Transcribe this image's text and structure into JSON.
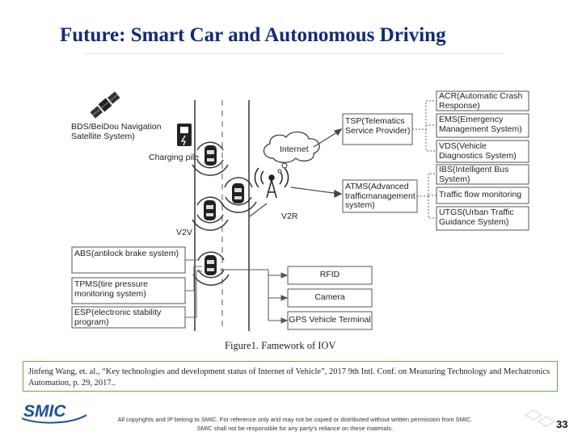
{
  "slide": {
    "title": "Future: Smart Car and Autonomous Driving",
    "caption": "Figure1. Famework of IOV",
    "citation": "Jinfeng Wang, et. al., “Key technologies and development status of Internet of Vehicle”, 2017 9th Intl. Conf. on Measuring Technology and Mechatronics Automation, p. 29, 2017..",
    "footer_line1": "All copyrights and IP belong to SMIC. For reference only and may not be copied or distributed without written permission from SMIC.",
    "footer_line2": "SMIC shall not be responsible for any party’s reliance on these materials.",
    "page_number": "33",
    "logo_text": "SMIC"
  },
  "diagram": {
    "satellite_label": "BDS/BeiDou Navigation Satellite System)",
    "charging_label": "Charging pile",
    "internet_label": "Internet",
    "v2r_label": "V2R",
    "v2v_label": "V2V",
    "left_boxes": [
      "ABS(antilock brake system)",
      "TPMS(tire pressure monitoring system)",
      "ESP(electronic stability program)"
    ],
    "center_boxes": [
      "TSP(Telematics Service Provider)",
      "ATMS(Advanced trafficmanagement system)"
    ],
    "right_boxes": [
      "ACR(Automatic Crash Response)",
      "EMS(Emergency Management System)",
      "VDS(Vehicle Diagnostics System)",
      "IBS(Intelligent Bus System)",
      "Traffic flow monitoring",
      "UTGS(Urban Traffic Guidance System)"
    ],
    "sensor_boxes": [
      "RFID",
      "Camera",
      "GPS Vehicle Terminal"
    ]
  },
  "colors": {
    "title": "#0f2a80",
    "citation_border": "#6aa94f",
    "logo": "#1a4f9c"
  }
}
